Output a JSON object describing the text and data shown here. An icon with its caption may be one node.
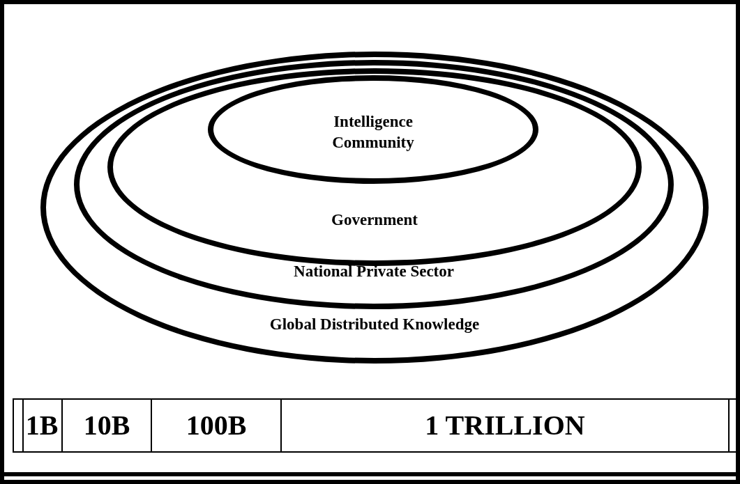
{
  "diagram": {
    "nodes": [
      {
        "text": [
          "Global Distributed Knowledge"
        ]
      },
      {
        "text": [
          "National Private Sector"
        ],
        "in": 0
      },
      {
        "text": [
          "Government"
        ],
        "in": 1
      },
      {
        "text": [
          "Intelligence Community"
        ],
        "in": 2
      }
    ],
    "labels": [
      "1B",
      "10B",
      "100B",
      "1 TRILLION"
    ]
  }
}
